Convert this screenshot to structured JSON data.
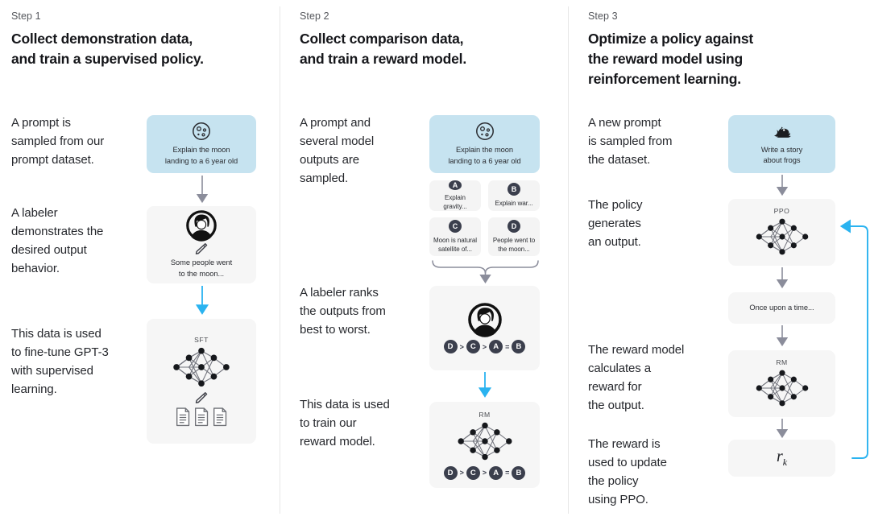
{
  "colors": {
    "prompt_blue": "#c6e3f0",
    "card_gray": "#f6f6f6",
    "arrow_gray": "#8b8d9b",
    "arrow_blue": "#2ab3f0",
    "badge_dark": "#3b3f4d",
    "divider": "#e7e7e7",
    "text": "#202123"
  },
  "columns": [
    {
      "step_label": "Step 1",
      "title": "Collect demonstration data,\nand train a supervised policy.",
      "captions": [
        "A prompt is\nsampled from our\nprompt dataset.",
        "A labeler\ndemonstrates the\ndesired output\nbehavior.",
        "This data is used\nto fine-tune GPT-3\nwith supervised\nlearning."
      ],
      "cards": [
        {
          "kind": "prompt",
          "icon": "moon-icon",
          "text": "Explain the moon\nlanding to a 6 year old"
        },
        {
          "kind": "labeler",
          "icon": "labeler-avatar-icon",
          "text": "Some people went\nto the moon..."
        },
        {
          "kind": "network",
          "label": "SFT",
          "icon": "neural-network-icon",
          "documents": 3
        }
      ],
      "arrows": [
        "gray-down",
        "blue-down"
      ]
    },
    {
      "step_label": "Step 2",
      "title": "Collect comparison data,\nand train a reward model.",
      "captions": [
        "A prompt and\nseveral model\noutputs are\nsampled.",
        "A labeler ranks\nthe outputs from\nbest to worst.",
        "This data is used\nto train our\nreward model."
      ],
      "cards": [
        {
          "kind": "prompt",
          "icon": "moon-icon",
          "text": "Explain the moon\nlanding to a 6 year old"
        },
        {
          "kind": "options",
          "options": [
            {
              "badge": "A",
              "text": "Explain gravity..."
            },
            {
              "badge": "B",
              "text": "Explain war..."
            },
            {
              "badge": "C",
              "text": "Moon is natural\nsatellite of..."
            },
            {
              "badge": "D",
              "text": "People went to\nthe moon..."
            }
          ]
        },
        {
          "kind": "labeler-rank",
          "icon": "labeler-avatar-icon",
          "ranking": [
            "D",
            ">",
            "C",
            ">",
            "A",
            "=",
            "B"
          ]
        },
        {
          "kind": "network-rank",
          "label": "RM",
          "icon": "neural-network-icon",
          "ranking": [
            "D",
            ">",
            "C",
            ">",
            "A",
            "=",
            "B"
          ]
        }
      ],
      "arrows": [
        "brace-down",
        "gray-down",
        "blue-down"
      ]
    },
    {
      "step_label": "Step 3",
      "title": "Optimize a policy against\nthe reward model using\nreinforcement learning.",
      "captions": [
        "A new prompt\nis sampled from\nthe dataset.",
        "The policy\ngenerates\nan output.",
        "The reward model\ncalculates a\nreward for\nthe output.",
        "The reward is\nused to update\nthe policy\nusing PPO."
      ],
      "cards": [
        {
          "kind": "prompt",
          "icon": "frog-icon",
          "text": "Write a story\nabout frogs"
        },
        {
          "kind": "network",
          "label": "PPO",
          "icon": "neural-network-icon"
        },
        {
          "kind": "text",
          "text": "Once upon a time..."
        },
        {
          "kind": "network",
          "label": "RM",
          "icon": "neural-network-icon"
        },
        {
          "kind": "reward",
          "text": "r",
          "subscript": "k"
        }
      ],
      "arrows": [
        "gray-down",
        "gray-down",
        "gray-down",
        "gray-down",
        "blue-feedback-loop"
      ]
    }
  ]
}
